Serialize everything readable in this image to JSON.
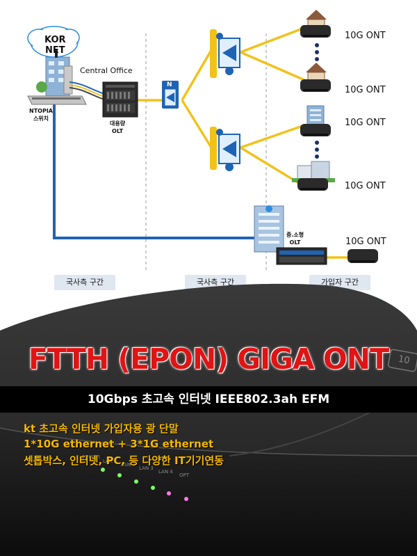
{
  "network": {
    "cloud_label_line1": "KOR",
    "cloud_label_line2": "NET",
    "central_office": "Central Office",
    "switch_label_line1": "NTOPIA",
    "switch_label_line2": "스위치",
    "olt_label_line1": "대용량",
    "olt_label_line2": "OLT",
    "small_olt_line1": "중.소형",
    "small_olt_line2": "OLT",
    "splitter_letter": "N",
    "ont_labels": [
      "10G ONT",
      "10G ONT",
      "10G ONT",
      "10G ONT",
      "10G ONT"
    ],
    "zones": [
      "국사측 구간",
      "국사측 구간",
      "가입자 구간"
    ]
  },
  "device": {
    "port_labels": [
      "POWER",
      "LAN 1",
      "LAN 2",
      "LAN 3",
      "LAN 4",
      "OPT"
    ],
    "logo": "10"
  },
  "headline": "FTTH (EPON) GIGA ONT",
  "banner": "10Gbps 초고속 인터넷 IEEE802.3ah EFM",
  "features": [
    "kt 초고속 인터넷 가입자용 광 단말",
    "1*10G ethernet + 3*1G ethernet",
    "셋톱박스, 인터넷, PC, 등 다양한 IT기기연동"
  ],
  "colors": {
    "fiber": "#f2c21a",
    "uplink": "#1f63b5",
    "headline": "#e01414",
    "feature_text": "#f5b800",
    "zone_bg": "#dfe7f1"
  }
}
